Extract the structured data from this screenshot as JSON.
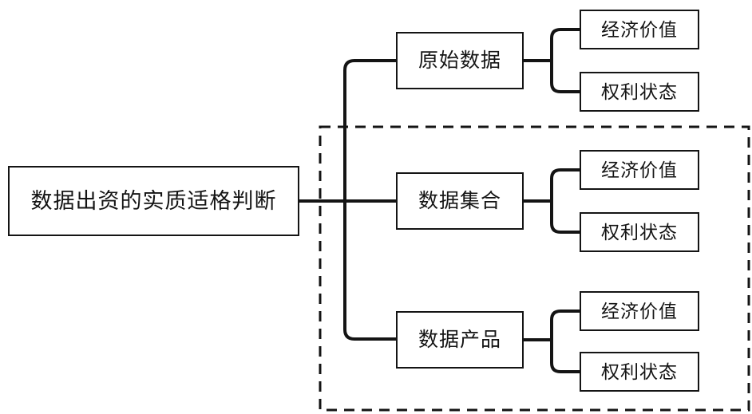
{
  "diagram": {
    "root": {
      "label": "数据出资的实质适格判断"
    },
    "branches": [
      {
        "label": "原始数据",
        "children": [
          {
            "label": "经济价值"
          },
          {
            "label": "权利状态"
          }
        ]
      },
      {
        "label": "数据集合",
        "children": [
          {
            "label": "经济价值"
          },
          {
            "label": "权利状态"
          }
        ]
      },
      {
        "label": "数据产品",
        "children": [
          {
            "label": "经济价值"
          },
          {
            "label": "权利状态"
          }
        ]
      }
    ],
    "colors": {
      "line": "#141414",
      "background": "#ffffff"
    }
  }
}
